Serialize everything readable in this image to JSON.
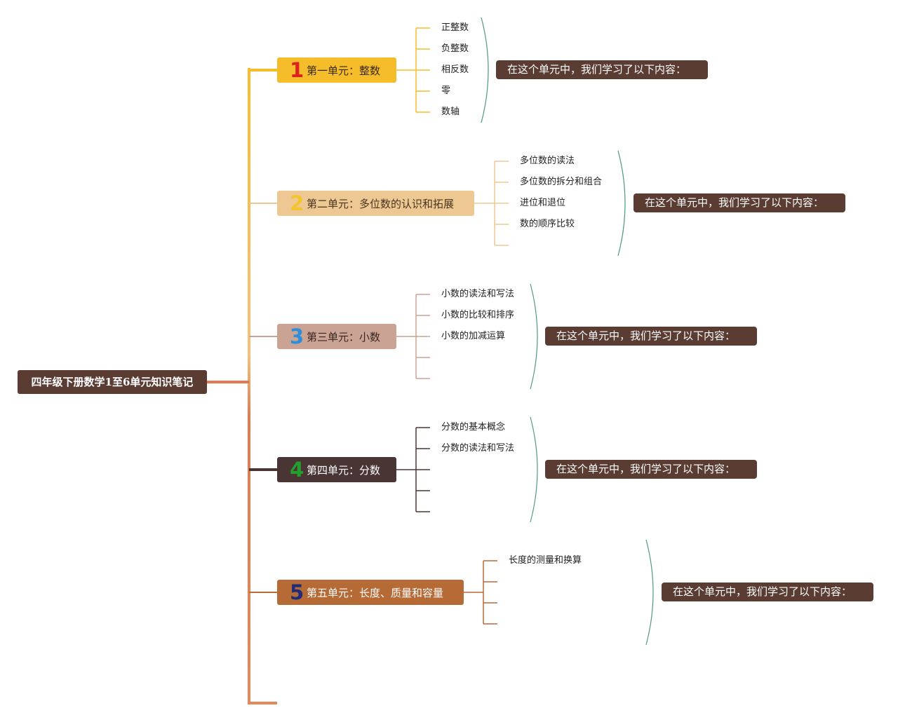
{
  "root": {
    "title": "四年级下册数学1至6单元知识笔记"
  },
  "colors": {
    "root_bg": "#5a3c32",
    "summary_bg": "#5a3c32",
    "summary_text": "#ffffff",
    "brace": "#4e9a7a"
  },
  "units": [
    {
      "number": "1",
      "title": "第一单元：整数",
      "bg": "#f6bd2b",
      "text_color": "#3a2a10",
      "num_color": "#e02020",
      "line_color": "#f6bd2b",
      "topics": [
        "正整数",
        "负整数",
        "相反数",
        "零",
        "数轴"
      ],
      "slots": 5,
      "summary": "在这个单元中，我们学习了以下内容："
    },
    {
      "number": "2",
      "title": "第二单元：多位数的认识和拓展",
      "bg": "#eec893",
      "text_color": "#4a3520",
      "num_color": "#f4c32d",
      "line_color": "#eec893",
      "topics": [
        "多位数的读法",
        "多位数的拆分和组合",
        "进位和退位",
        "数的顺序比较"
      ],
      "slots": 5,
      "summary": "在这个单元中，我们学习了以下内容："
    },
    {
      "number": "3",
      "title": "第三单元：小数",
      "bg": "#cba395",
      "text_color": "#3a2520",
      "num_color": "#2b8fd9",
      "line_color": "#cba395",
      "topics": [
        "小数的读法和写法",
        "小数的比较和排序",
        "小数的加减运算"
      ],
      "slots": 5,
      "summary": "在这个单元中，我们学习了以下内容："
    },
    {
      "number": "4",
      "title": "第四单元：分数",
      "bg": "#4a3535",
      "text_color": "#ffffff",
      "num_color": "#23a02b",
      "line_color": "#4a3535",
      "topics": [
        "分数的基本概念",
        "分数的读法和写法"
      ],
      "slots": 5,
      "summary": "在这个单元中，我们学习了以下内容："
    },
    {
      "number": "5",
      "title": "第五单元：长度、质量和容量",
      "bg": "#b66a36",
      "text_color": "#ffffff",
      "num_color": "#1f2c7a",
      "line_color": "#b66a36",
      "topics": [
        "长度的测量和换算"
      ],
      "slots": 4,
      "summary": "在这个单元中，我们学习了以下内容："
    }
  ]
}
